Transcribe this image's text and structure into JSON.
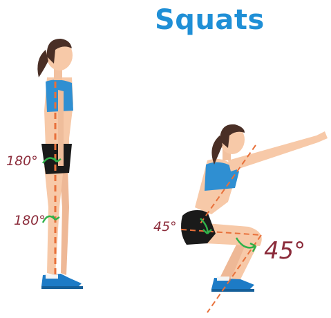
{
  "title": "Squats",
  "angles": {
    "standing_hip": "180°",
    "standing_knee": "180°",
    "squat_hip": "45°",
    "squat_knee": "45°"
  },
  "colors": {
    "title": "#1f8fd6",
    "angle_text": "#8b2b3a",
    "guide_line": "#e8703a",
    "angle_arc": "#2fb24a",
    "skin": "#f7c9a8",
    "top": "#2f8fd2",
    "shorts": "#1a1a1a",
    "shoes": "#1d7bc6",
    "hair": "#4a2f26"
  },
  "figures": [
    "standing-figure",
    "squatting-figure"
  ]
}
